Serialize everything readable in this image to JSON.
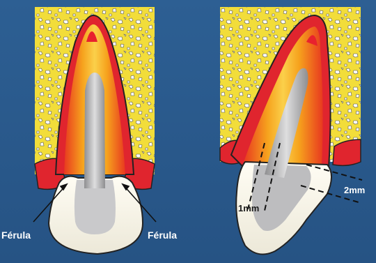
{
  "labels": {
    "ferrule_left": "Férula",
    "ferrule_right": "Férula",
    "measure_1mm": "1mm",
    "measure_2mm": "2mm"
  },
  "colors": {
    "background": "#2a5a8e",
    "bone": "#f2dd3a",
    "gingiva": "#e0252e",
    "dentin_orange": "#f39a1c",
    "post_grey": "#a9a9ab",
    "crown_white": "#f7f5ec"
  }
}
